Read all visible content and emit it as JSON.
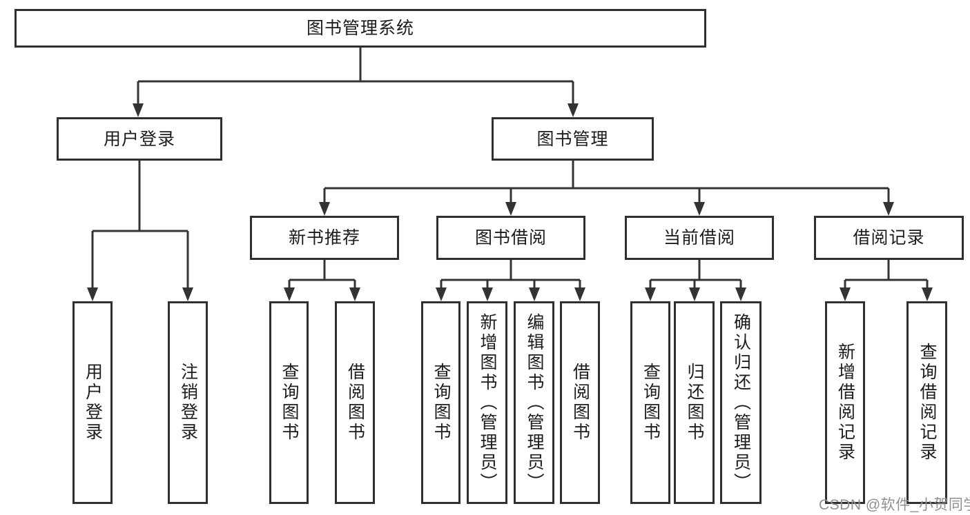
{
  "nodes": {
    "root": "图书管理系统",
    "l2_user": "用户登录",
    "l2_book": "图书管理",
    "l3_newbook": "新书推荐",
    "l3_borrow": "图书借阅",
    "l3_current": "当前借阅",
    "l3_record": "借阅记录",
    "leaf_user_login": "用户登录",
    "leaf_user_logout": "注销登录",
    "leaf_nb_query": "查询图书",
    "leaf_nb_borrow": "借阅图书",
    "leaf_bb_query": "查询图书",
    "leaf_bb_add": "新增图书（管理员）",
    "leaf_bb_edit": "编辑图书（管理员）",
    "leaf_bb_borrow": "借阅图书",
    "leaf_cb_query": "查询图书",
    "leaf_cb_return": "归还图书",
    "leaf_cb_confirm": "确认归还（管理员）",
    "leaf_br_add": "新增借阅记录",
    "leaf_br_query": "查询借阅记录"
  },
  "watermark": "CSDN @软件_小贺同学",
  "colors": {
    "line": "#333333",
    "border": "#2f2f2f",
    "text": "#1c1c1c",
    "watermark": "#909090",
    "bg": "#ffffff"
  }
}
